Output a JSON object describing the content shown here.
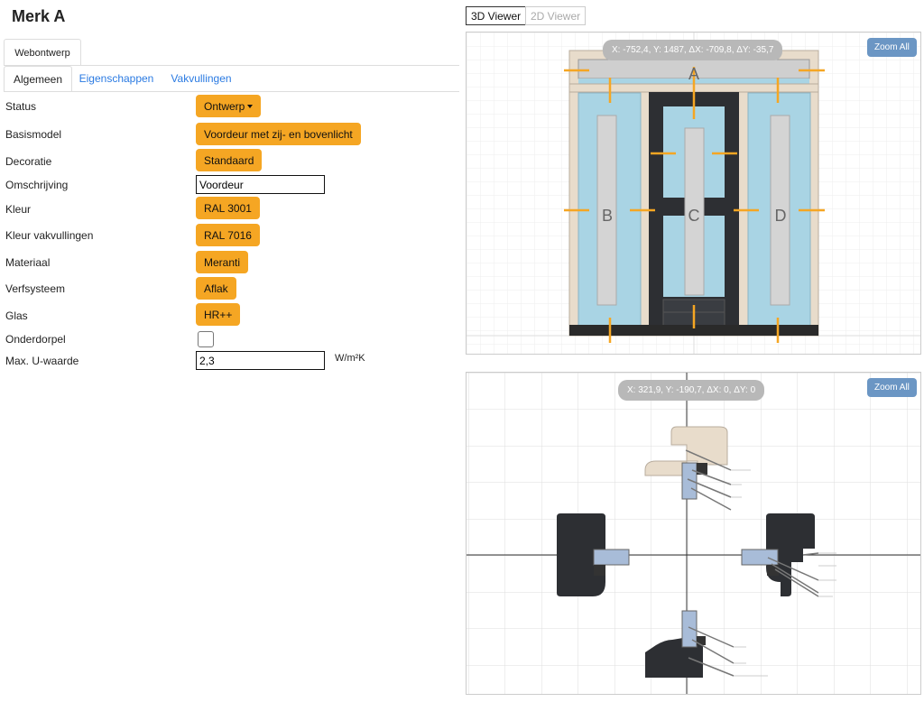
{
  "title": "Merk A",
  "outer_tab": "Webontwerp",
  "tabs": [
    "Algemeen",
    "Eigenschappen",
    "Vakvullingen"
  ],
  "fields": {
    "status": {
      "label": "Status",
      "value": "Ontwerp"
    },
    "basismodel": {
      "label": "Basismodel",
      "value": "Voordeur met zij- en bovenlicht"
    },
    "decoratie": {
      "label": "Decoratie",
      "value": "Standaard"
    },
    "omschrijving": {
      "label": "Omschrijving",
      "value": "Voordeur"
    },
    "kleur": {
      "label": "Kleur",
      "value": "RAL 3001"
    },
    "kleur_vakvullingen": {
      "label": "Kleur vakvullingen",
      "value": "RAL 7016"
    },
    "materiaal": {
      "label": "Materiaal",
      "value": "Meranti"
    },
    "verfsysteem": {
      "label": "Verfsysteem",
      "value": "Aflak"
    },
    "glas": {
      "label": "Glas",
      "value": "HR++"
    },
    "onderdorpel": {
      "label": "Onderdorpel",
      "checked": false
    },
    "max_u": {
      "label": "Max. U-waarde",
      "value": "2,3",
      "unit": "W/m²K"
    }
  },
  "viewer_buttons": {
    "view3d": "3D Viewer",
    "view2d": "2D Viewer"
  },
  "top_viewer": {
    "coords": "X: -752,4, Y: 1487, ΔX: -709,8, ΔY: -35,7",
    "zoom_label": "Zoom All",
    "sections": [
      "A",
      "B",
      "C",
      "D"
    ]
  },
  "bottom_viewer": {
    "coords": "X: 321,9, Y: -190,7, ΔX: 0, ΔY: 0",
    "zoom_label": "Zoom All"
  },
  "colors": {
    "accent": "#f5a623",
    "frame": "#e8dccb",
    "glass": "#a9d4e4",
    "door": "#2d2f33",
    "panel": "#d4d4d4",
    "zoom_button": "#6b96c4",
    "profile_glass": "#a8bcd8"
  }
}
